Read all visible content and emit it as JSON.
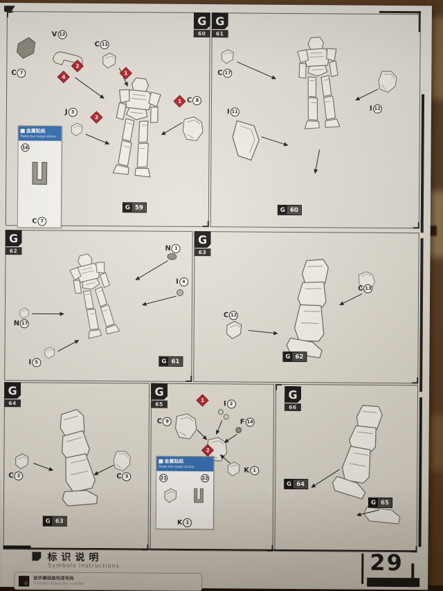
{
  "page_number": "29",
  "legend": {
    "title_cn": "标识说明",
    "title_en": "Symbols Instructions",
    "note_cn": "前步骤组装完成号码",
    "note_en": "Finished assembly number"
  },
  "colors": {
    "sticker_blue": "#2e6db4",
    "order_red": "#b5202a",
    "badge_black": "#141414"
  },
  "panels": [
    {
      "name": "step-60",
      "badge": {
        "letter": "G",
        "number": "60"
      },
      "refs": [
        {
          "letter": "G",
          "number": "59"
        }
      ],
      "callouts": [
        {
          "letter": "C",
          "num": "7"
        },
        {
          "letter": "V",
          "num": "12"
        },
        {
          "letter": "C",
          "num": "11"
        },
        {
          "order": "2"
        },
        {
          "order": "4"
        },
        {
          "order": "1"
        },
        {
          "letter": "J",
          "num": "3"
        },
        {
          "order": "3"
        },
        {
          "order": "1"
        },
        {
          "letter": "C",
          "num": "8"
        }
      ],
      "sticker": {
        "title": "金属贴纸",
        "subtitle": "Paste the metal sticker",
        "nums": [
          "16"
        ],
        "part_letter": "C",
        "part_num": "7"
      }
    },
    {
      "name": "step-61",
      "badge": {
        "letter": "G",
        "number": "61"
      },
      "refs": [
        {
          "letter": "G",
          "number": "60"
        }
      ],
      "callouts": [
        {
          "letter": "C",
          "num": "17"
        },
        {
          "letter": "I",
          "num": "11"
        },
        {
          "letter": "I",
          "num": "12"
        }
      ]
    },
    {
      "name": "step-62",
      "badge": {
        "letter": "G",
        "number": "62"
      },
      "refs": [
        {
          "letter": "G",
          "number": "61"
        }
      ],
      "callouts": [
        {
          "letter": "N",
          "num": "1"
        },
        {
          "letter": "I",
          "num": "4"
        },
        {
          "letter": "N",
          "num": "17"
        },
        {
          "letter": "I",
          "num": "5"
        }
      ]
    },
    {
      "name": "step-63",
      "badge": {
        "letter": "G",
        "number": "63"
      },
      "refs": [
        {
          "letter": "G",
          "number": "62"
        }
      ],
      "callouts": [
        {
          "letter": "C",
          "num": "13"
        },
        {
          "letter": "C",
          "num": "12"
        }
      ]
    },
    {
      "name": "step-64",
      "badge": {
        "letter": "G",
        "number": "64"
      },
      "refs": [
        {
          "letter": "G",
          "number": "63"
        }
      ],
      "callouts": [
        {
          "letter": "C",
          "num": "2"
        },
        {
          "letter": "C",
          "num": "3"
        }
      ]
    },
    {
      "name": "step-65",
      "badge": {
        "letter": "G",
        "number": "65"
      },
      "refs": [],
      "callouts": [
        {
          "order": "1"
        },
        {
          "letter": "I",
          "num": "2"
        },
        {
          "letter": "F",
          "num": "14"
        },
        {
          "letter": "C",
          "num": "9"
        },
        {
          "order": "2"
        },
        {
          "letter": "K",
          "num": "1"
        }
      ],
      "sticker": {
        "title": "金属贴纸",
        "subtitle": "Paste the metal sticker",
        "nums": [
          "21",
          "22"
        ],
        "part_letter": "K",
        "part_num": "1"
      }
    },
    {
      "name": "step-66",
      "badge": {
        "letter": "G",
        "number": "66"
      },
      "refs": [
        {
          "letter": "G",
          "number": "64"
        },
        {
          "letter": "G",
          "number": "65"
        }
      ],
      "callouts": []
    }
  ]
}
